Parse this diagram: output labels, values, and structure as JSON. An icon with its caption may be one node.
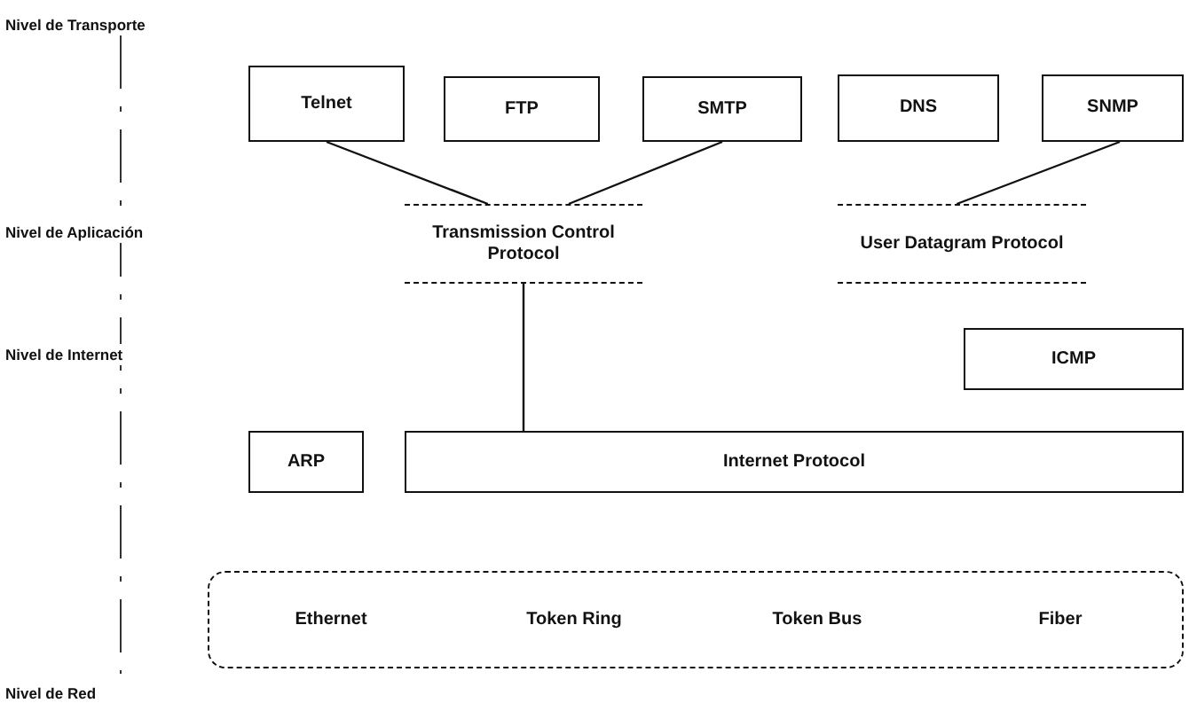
{
  "diagram": {
    "nodes": [
      {
        "text": [
          "Telnet"
        ]
      },
      {
        "text": [
          "FTP"
        ]
      },
      {
        "text": [
          "SMTP"
        ]
      },
      {
        "text": [
          "DNS"
        ]
      },
      {
        "text": [
          "SNMP"
        ]
      },
      {
        "text": [
          "Transmission Control Protocol"
        ]
      },
      {
        "text": [
          "User Datagram Protocol"
        ]
      },
      {
        "text": [
          "ICMP"
        ]
      },
      {
        "text": [
          "ARP"
        ]
      },
      {
        "text": [
          "Internet Protocol"
        ]
      },
      {
        "text": [
          "Ethernet",
          "Token Ring",
          "Token Bus",
          "Fiber"
        ]
      }
    ],
    "edges": [
      {
        "from": 0,
        "to": 5,
        "arrow": "none"
      },
      {
        "from": 2,
        "to": 5,
        "arrow": "none"
      },
      {
        "from": 4,
        "to": 6,
        "arrow": "none"
      },
      {
        "from": 5,
        "to": 9,
        "arrow": "none"
      }
    ],
    "labels": [
      "Nivel de Transporte",
      "Nivel de Aplicación",
      "Nivel de Internet",
      "Nivel de Red"
    ]
  }
}
